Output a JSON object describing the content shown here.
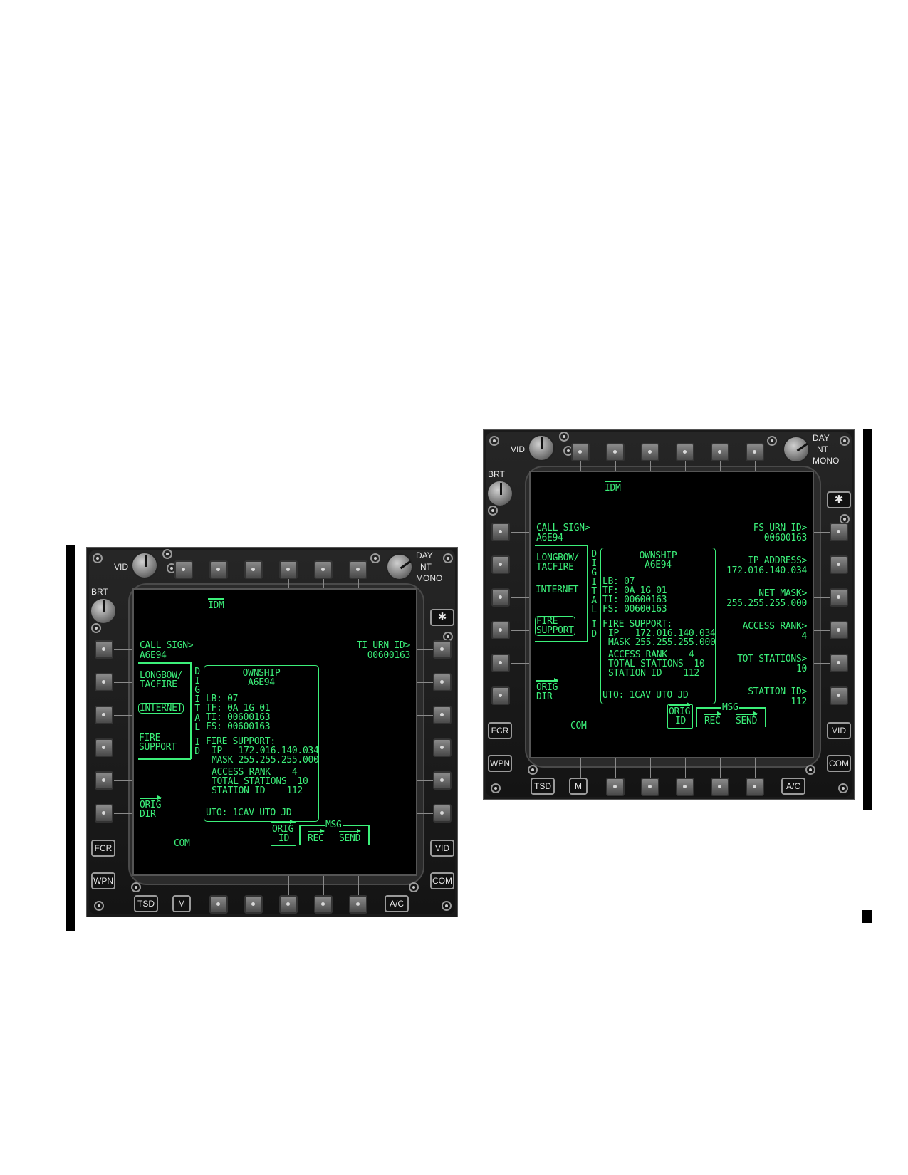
{
  "colors": {
    "screen_text": "#3cf07a",
    "bezel": "#1a1a1a"
  },
  "mfds": [
    {
      "knobs": {
        "vid": "VID",
        "brt": "BRT",
        "day": "DAY",
        "nt": "NT",
        "mono": "MONO"
      },
      "page_title": "IDM",
      "left": {
        "call_sign_label": "CALL SIGN>",
        "call_sign_value": "A6E94",
        "longbow": "LONGBOW/",
        "tacfire": "TACFIRE",
        "internet": "INTERNET",
        "fire": "FIRE",
        "support": "SUPPORT",
        "orig": "ORIG",
        "dir": "DIR"
      },
      "vertical": {
        "digital": [
          "D",
          "I",
          "G",
          "I",
          "T",
          "A",
          "L"
        ],
        "id": [
          "I",
          "D"
        ]
      },
      "right": [
        {
          "label": "TI URN ID>",
          "value": "00600163"
        }
      ],
      "ownship": {
        "title": "OWNSHIP",
        "callsign": "A6E94",
        "lb": "LB: 07",
        "tf": "TF: 0A 1G 01",
        "ti": "TI: 00600163",
        "fs": "FS: 00600163",
        "fire_support": "FIRE SUPPORT:",
        "ip": "IP   172.016.140.034",
        "mask": "MASK 255.255.255.000",
        "access": "ACCESS RANK    4",
        "total": "TOTAL STATIONS  10",
        "station": "STATION ID    112",
        "uto": "UTO: 1CAV UTO JD"
      },
      "bottom": {
        "com": "COM",
        "msg": "MSG",
        "orig": "ORIG",
        "id": "ID",
        "rec": "REC",
        "send": "SEND"
      },
      "buttons": {
        "star": "✱",
        "fcr": "FCR",
        "wpn": "WPN",
        "vid": "VID",
        "com": "COM",
        "tsd": "TSD",
        "m": "M",
        "ac": "A/C"
      }
    },
    {
      "knobs": {
        "vid": "VID",
        "brt": "BRT",
        "day": "DAY",
        "nt": "NT",
        "mono": "MONO"
      },
      "page_title": "IDM",
      "left": {
        "call_sign_label": "CALL SIGN>",
        "call_sign_value": "A6E94",
        "longbow": "LONGBOW/",
        "tacfire": "TACFIRE",
        "internet": "INTERNET",
        "fire": "FIRE",
        "support": "SUPPORT",
        "orig": "ORIG",
        "dir": "DIR"
      },
      "vertical": {
        "digital": [
          "D",
          "I",
          "G",
          "I",
          "T",
          "A",
          "L"
        ],
        "id": [
          "I",
          "D"
        ]
      },
      "right": [
        {
          "label": "FS URN ID>",
          "value": "00600163"
        },
        {
          "label": "IP ADDRESS>",
          "value": "172.016.140.034"
        },
        {
          "label": "NET MASK>",
          "value": "255.255.255.000"
        },
        {
          "label": "ACCESS RANK>",
          "value": "4"
        },
        {
          "label": "TOT STATIONS>",
          "value": "10"
        },
        {
          "label": "STATION ID>",
          "value": "112"
        }
      ],
      "ownship": {
        "title": "OWNSHIP",
        "callsign": "A6E94",
        "lb": "LB: 07",
        "tf": "TF: 0A 1G 01",
        "ti": "TI: 00600163",
        "fs": "FS: 00600163",
        "fire_support": "FIRE SUPPORT:",
        "ip": "IP   172.016.140.034",
        "mask": "MASK 255.255.255.000",
        "access": "ACCESS RANK    4",
        "total": "TOTAL STATIONS  10",
        "station": "STATION ID    112",
        "uto": "UTO: 1CAV UTO JD"
      },
      "bottom": {
        "com": "COM",
        "msg": "MSG",
        "orig": "ORIG",
        "id": "ID",
        "rec": "REC",
        "send": "SEND"
      },
      "buttons": {
        "star": "✱",
        "fcr": "FCR",
        "wpn": "WPN",
        "vid": "VID",
        "com": "COM",
        "tsd": "TSD",
        "m": "M",
        "ac": "A/C"
      }
    }
  ]
}
